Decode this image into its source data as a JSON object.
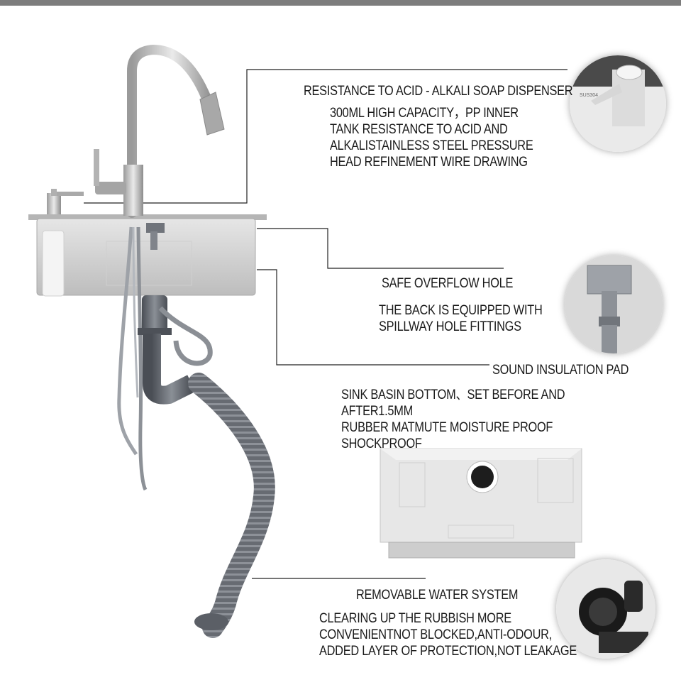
{
  "colors": {
    "top_bar": "#7d7d7d",
    "steel": "#c9c9c9",
    "hose": "#5d6168",
    "leader_line": "#222222"
  },
  "callouts": {
    "soap": {
      "title": "RESISTANCE TO ACID - ALKALI SOAP DISPENSER",
      "text": "300ML HIGH CAPACITY，PP INNER\nTANK RESISTANCE TO ACID AND\nALKALISTAINLESS STEEL PRESSURE\nHEAD REFINEMENT WIRE DRAWING",
      "photo_label": "SUS304"
    },
    "overflow": {
      "title": "SAFE OVERFLOW HOLE",
      "text": "THE BACK IS EQUIPPED WITH\nSPILLWAY HOLE FITTINGS"
    },
    "insulation": {
      "title": "SOUND INSULATION PAD",
      "text": "SINK BASIN BOTTOM、SET BEFORE AND AFTER1.5MM\nRUBBER MATMUTE MOISTURE PROOF SHOCKPROOF"
    },
    "water": {
      "title": "REMOVABLE  WATER SYSTEM",
      "text": "CLEARING UP THE RUBBISH MORE\nCONVENIENTNOT BLOCKED,ANTI-ODOUR,\nADDED LAYER OF PROTECTION,NOT LEAKAGE"
    }
  },
  "icons": {
    "faucet": "faucet-icon",
    "soap_dispenser": "soap-dispenser-icon",
    "drain_hose": "drain-hose-icon"
  }
}
